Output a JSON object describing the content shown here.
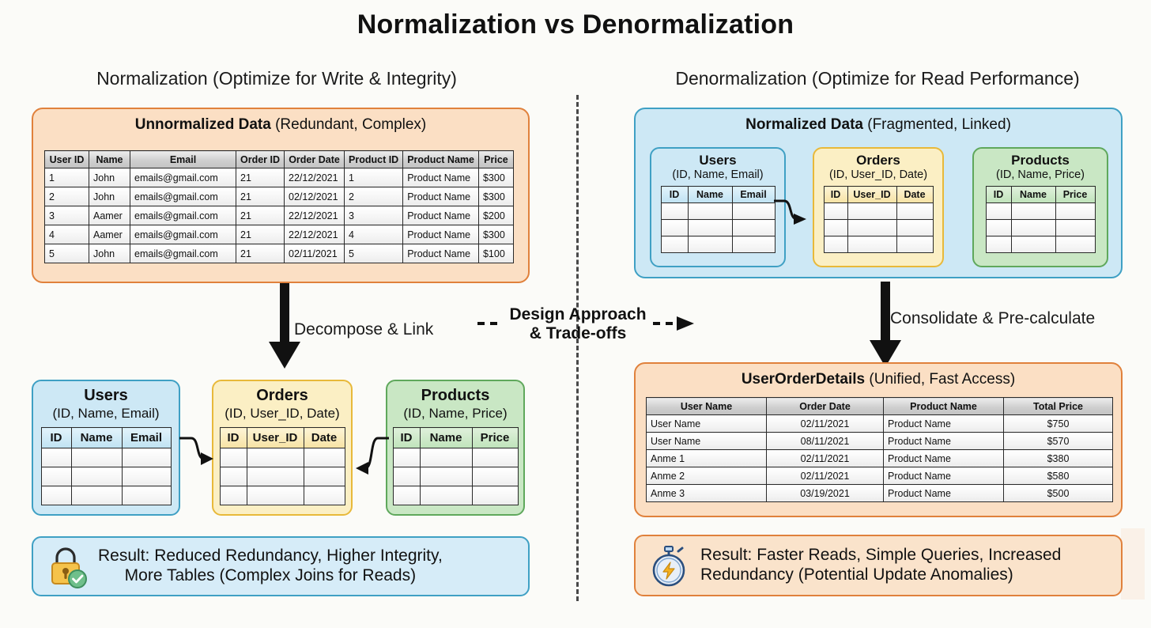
{
  "title": "Normalization vs Denormalization",
  "columns": {
    "left_title": "Normalization (Optimize for Write & Integrity)",
    "right_title": "Denormalization (Optimize for Read Performance)"
  },
  "center": {
    "label_line1": "Design Approach",
    "label_line2": "& Trade-offs",
    "arrow": "dashed-right-arrow"
  },
  "left": {
    "source_panel": {
      "title_bold": "Unnormalized Data",
      "title_rest": "(Redundant, Complex)",
      "table": {
        "headers": [
          "User ID",
          "Name",
          "Email",
          "Order ID",
          "Order Date",
          "Product ID",
          "Product Name",
          "Price"
        ],
        "rows": [
          [
            "1",
            "John",
            "emails@gmail.com",
            "21",
            "22/12/2021",
            "1",
            "Product Name",
            "$300"
          ],
          [
            "2",
            "John",
            "emails@gmail.com",
            "21",
            "02/12/2021",
            "2",
            "Product Name",
            "$300"
          ],
          [
            "3",
            "Aamer",
            "emails@gmail.com",
            "21",
            "22/12/2021",
            "3",
            "Product Name",
            "$200"
          ],
          [
            "4",
            "Aamer",
            "emails@gmail.com",
            "21",
            "22/12/2021",
            "4",
            "Product Name",
            "$300"
          ],
          [
            "5",
            "John",
            "emails@gmail.com",
            "21",
            "02/11/2021",
            "5",
            "Product Name",
            "$100"
          ]
        ]
      }
    },
    "flow_label": "Decompose & Link",
    "entities": [
      {
        "name": "Users",
        "attrs": "(ID, Name, Email)",
        "headers": [
          "ID",
          "Name",
          "Email"
        ],
        "empty_rows": 3
      },
      {
        "name": "Orders",
        "attrs": "(ID, User_ID, Date)",
        "headers": [
          "ID",
          "User_ID",
          "Date"
        ],
        "empty_rows": 3
      },
      {
        "name": "Products",
        "attrs": "(ID, Name, Price)",
        "headers": [
          "ID",
          "Name",
          "Price"
        ],
        "empty_rows": 3
      }
    ],
    "result": {
      "icon": "lock-check-icon",
      "line1": "Result: Reduced Redundancy, Higher Integrity,",
      "line2": "More Tables (Complex Joins for Reads)"
    }
  },
  "right": {
    "source_panel": {
      "title_bold": "Normalized Data",
      "title_rest": "(Fragmented, Linked)",
      "entities": [
        {
          "name": "Users",
          "attrs": "(ID, Name, Email)",
          "headers": [
            "ID",
            "Name",
            "Email"
          ],
          "empty_rows": 3
        },
        {
          "name": "Orders",
          "attrs": "(ID, User_ID, Date)",
          "headers": [
            "ID",
            "User_ID",
            "Date"
          ],
          "empty_rows": 3
        },
        {
          "name": "Products",
          "attrs": "(ID, Name, Price)",
          "headers": [
            "ID",
            "Name",
            "Price"
          ],
          "empty_rows": 3
        }
      ]
    },
    "flow_label": "Consolidate & Pre-calculate",
    "target_panel": {
      "title_bold": "UserOrderDetails",
      "title_rest": "(Unified, Fast Access)",
      "table": {
        "headers": [
          "User Name",
          "Order Date",
          "Product Name",
          "Total Price"
        ],
        "rows": [
          [
            "User Name",
            "02/11/2021",
            "Product Name",
            "$750"
          ],
          [
            "User Name",
            "08/11/2021",
            "Product Name",
            "$570"
          ],
          [
            "Anme 1",
            "02/11/2021",
            "Product Name",
            "$380"
          ],
          [
            "Anme 2",
            "02/11/2021",
            "Product Name",
            "$580"
          ],
          [
            "Anme 3",
            "03/19/2021",
            "Product Name",
            "$500"
          ]
        ]
      }
    },
    "result": {
      "icon": "stopwatch-bolt-icon",
      "line1": "Result: Faster Reads, Simple Queries, Increased",
      "line2": "Redundancy (Potential Update Anomalies)"
    }
  },
  "colors": {
    "background": "#FBFBF8",
    "orange_fill": "#FBDFC4",
    "orange_border": "#E0813C",
    "blue_fill": "#CDE8F5",
    "blue_border": "#3FA0C4",
    "yellow_fill": "#FBEFC4",
    "yellow_border": "#E8B93A",
    "green_fill": "#C9E7C4",
    "green_border": "#5FA85C",
    "arrow": "#111111"
  }
}
